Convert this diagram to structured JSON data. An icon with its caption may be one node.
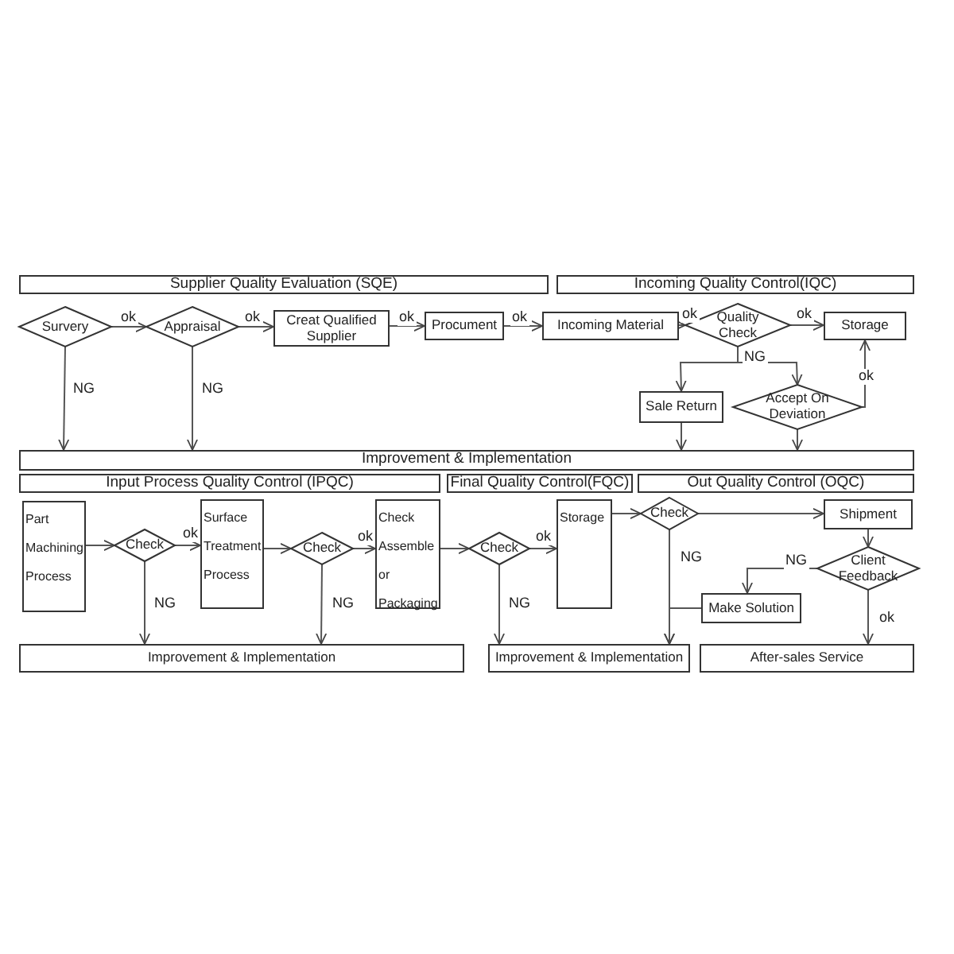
{
  "diagram": {
    "nodes": [
      {
        "text": [
          "Supplier Quality Evaluation (SQE)"
        ]
      },
      {
        "text": [
          "Incoming Quality Control(IQC)"
        ]
      },
      {
        "text": [
          "Survery"
        ]
      },
      {
        "text": [
          "Appraisal"
        ]
      },
      {
        "text": [
          "Creat Qualified Supplier"
        ]
      },
      {
        "text": [
          "Procument"
        ]
      },
      {
        "text": [
          "Incoming Material"
        ]
      },
      {
        "text": [
          "Quality Check"
        ]
      },
      {
        "text": [
          "Storage"
        ]
      },
      {
        "text": [
          "Sale Return"
        ]
      },
      {
        "text": [
          "Accept On Deviation"
        ]
      },
      {
        "text": [
          "Improvement & Implementation"
        ]
      },
      {
        "text": [
          "Input Process Quality Control (IPQC)"
        ]
      },
      {
        "text": [
          "Final Quality Control(FQC)"
        ]
      },
      {
        "text": [
          "Out Quality Control (OQC)"
        ]
      },
      {
        "text": [
          "Part Machining Process"
        ]
      },
      {
        "text": [
          "Check"
        ]
      },
      {
        "text": [
          "Surface Treatment Process"
        ]
      },
      {
        "text": [
          "Check"
        ]
      },
      {
        "text": [
          "Check Assemble or Packaging"
        ]
      },
      {
        "text": [
          "Check"
        ]
      },
      {
        "text": [
          "Storage"
        ]
      },
      {
        "text": [
          "Check"
        ]
      },
      {
        "text": [
          "Shipment"
        ]
      },
      {
        "text": [
          "Client Feedback"
        ]
      },
      {
        "text": [
          "Make Solution"
        ]
      },
      {
        "text": [
          "Improvement & Implementation"
        ]
      },
      {
        "text": [
          "Improvement & Implementation"
        ]
      },
      {
        "text": [
          "After-sales Service"
        ]
      }
    ],
    "edges": [
      {
        "from": 2,
        "to": 3,
        "arrow": "to",
        "label": "ok"
      },
      {
        "from": 3,
        "to": 4,
        "arrow": "to",
        "label": "ok"
      },
      {
        "from": 4,
        "to": 5,
        "arrow": "to",
        "label": "ok"
      },
      {
        "from": 5,
        "to": 6,
        "arrow": "to",
        "label": "ok"
      },
      {
        "from": 6,
        "to": 7,
        "arrow": "to",
        "label": "ok"
      },
      {
        "from": 7,
        "to": 8,
        "arrow": "to",
        "label": "ok"
      },
      {
        "from": 7,
        "to": 9,
        "arrow": "to",
        "label": "NG"
      },
      {
        "from": 7,
        "to": 10,
        "arrow": "to"
      },
      {
        "from": 9,
        "to": 11,
        "arrow": "to"
      },
      {
        "from": 10,
        "to": 11,
        "arrow": "to"
      },
      {
        "from": 10,
        "to": 8,
        "arrow": "to",
        "label": "ok"
      },
      {
        "from": 2,
        "to": 11,
        "arrow": "to",
        "label": "NG"
      },
      {
        "from": 3,
        "to": 11,
        "arrow": "to",
        "label": "NG"
      },
      {
        "from": 15,
        "to": 16,
        "arrow": "to"
      },
      {
        "from": 16,
        "to": 17,
        "arrow": "to",
        "label": "ok"
      },
      {
        "from": 16,
        "to": 26,
        "arrow": "to",
        "label": "NG"
      },
      {
        "from": 17,
        "to": 18,
        "arrow": "to"
      },
      {
        "from": 18,
        "to": 19,
        "arrow": "to",
        "label": "ok"
      },
      {
        "from": 18,
        "to": 26,
        "arrow": "to",
        "label": "NG"
      },
      {
        "from": 19,
        "to": 20,
        "arrow": "to"
      },
      {
        "from": 20,
        "to": 21,
        "arrow": "to",
        "label": "ok"
      },
      {
        "from": 20,
        "to": 27,
        "arrow": "to",
        "label": "NG"
      },
      {
        "from": 21,
        "to": 22,
        "arrow": "to"
      },
      {
        "from": 22,
        "to": 23,
        "arrow": "to"
      },
      {
        "from": 22,
        "to": 27,
        "arrow": "to",
        "label": "NG"
      },
      {
        "from": 23,
        "to": 24,
        "arrow": "to"
      },
      {
        "from": 24,
        "to": 25,
        "arrow": "to",
        "label": "NG"
      },
      {
        "from": 25,
        "to": 27,
        "arrow": "to"
      },
      {
        "from": 24,
        "to": 28,
        "arrow": "to",
        "label": "ok"
      }
    ]
  }
}
